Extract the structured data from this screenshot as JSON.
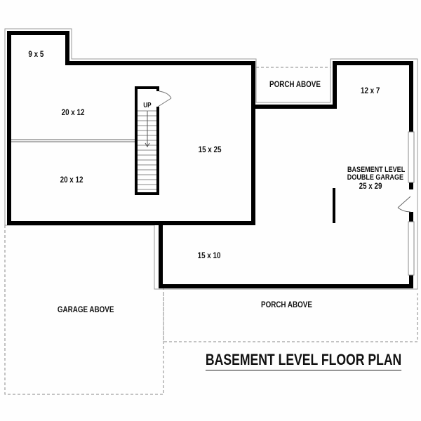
{
  "plan": {
    "title": "BASEMENT LEVEL FLOOR PLAN",
    "rooms": [
      {
        "id": "room-9x5",
        "label": "9 x 5"
      },
      {
        "id": "room-20x12-upper",
        "label": "20 x 12"
      },
      {
        "id": "room-20x12-lower",
        "label": "20 x 12"
      },
      {
        "id": "room-15x25",
        "label": "15 x 25"
      },
      {
        "id": "room-15x10",
        "label": "15 x 10"
      },
      {
        "id": "room-12x7",
        "label": "12 x 7"
      },
      {
        "id": "garage",
        "label_line1": "BASEMENT LEVEL",
        "label_line2": "DOUBLE GARAGE",
        "label_line3": "25 x 29"
      }
    ],
    "stair_label": "UP",
    "above_areas": {
      "porch_top": "PORCH ABOVE",
      "porch_bottom": "PORCH ABOVE",
      "garage_above": "GARAGE ABOVE"
    }
  }
}
